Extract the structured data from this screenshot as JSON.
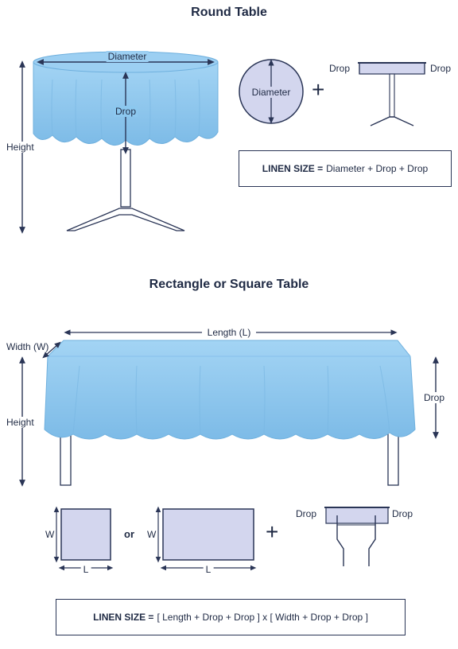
{
  "round": {
    "title": "Round Table",
    "diameter": "Diameter",
    "drop": "Drop",
    "height": "Height",
    "circle_label": "Diameter",
    "plus": "+",
    "side_drop_left": "Drop",
    "side_drop_right": "Drop",
    "formula_key": "LINEN SIZE =",
    "formula_value": "Diameter + Drop + Drop"
  },
  "rect": {
    "title": "Rectangle or Square Table",
    "length": "Length (L)",
    "width": "Width (W)",
    "height": "Height",
    "drop": "Drop",
    "sq_w": "W",
    "sq_l": "L",
    "or": "or",
    "rc_w": "W",
    "rc_l": "L",
    "plus": "+",
    "side_drop_left": "Drop",
    "side_drop_right": "Drop",
    "formula_key": "LINEN SIZE =",
    "formula_value": "[ Length + Drop + Drop ]  x  [ Width + Drop + Drop ]"
  },
  "colors": {
    "cloth": "#8cc8ef",
    "cloth_dark": "#6fb0de",
    "outline": "#2a3556",
    "swatch": "#d3d6ee"
  }
}
